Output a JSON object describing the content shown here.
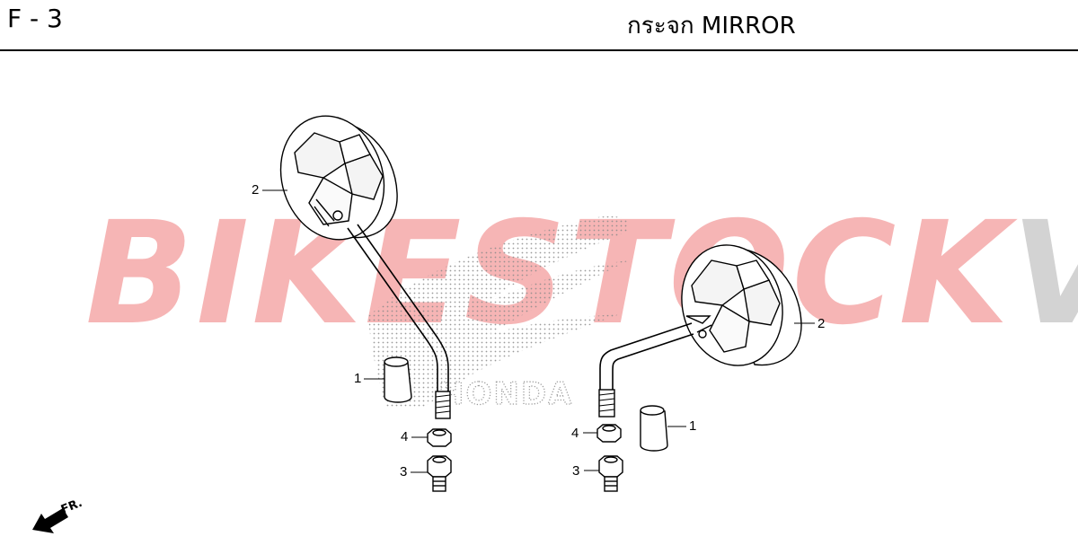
{
  "header": {
    "page_code": "F - 3",
    "title": "กระจก  MIRROR"
  },
  "watermark": {
    "part_a": "BIKESTOCK",
    "part_b": "VN",
    "color_a": "#969696",
    "color_b": "#e83c3c"
  },
  "logo": {
    "text": "HONDA",
    "icon": "honda-wing-logo"
  },
  "callouts": [
    {
      "id": "left-mirror-head",
      "number": "2"
    },
    {
      "id": "left-boot",
      "number": "1"
    },
    {
      "id": "left-nut",
      "number": "4"
    },
    {
      "id": "left-adapter-bolt",
      "number": "3"
    },
    {
      "id": "right-mirror-head",
      "number": "2"
    },
    {
      "id": "right-boot",
      "number": "1"
    },
    {
      "id": "right-nut",
      "number": "4"
    },
    {
      "id": "right-adapter-bolt",
      "number": "3"
    }
  ],
  "front_indicator": {
    "text": "FR.",
    "icon": "front-arrow-icon"
  }
}
